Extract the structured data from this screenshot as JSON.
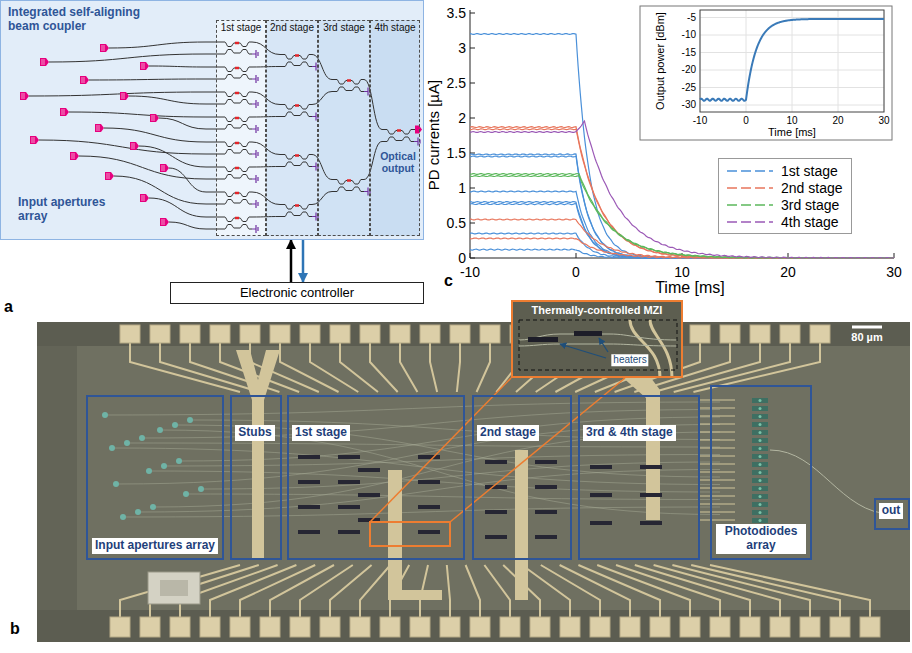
{
  "diagram": {
    "nodes": [
      {
        "text": [
          "Integrated self-aligning beam coupler"
        ]
      },
      {
        "text": [
          "1st stage"
        ],
        "in": 0
      },
      {
        "text": [
          "2nd stage"
        ],
        "in": 0
      },
      {
        "text": [
          "3rd stage"
        ],
        "in": 0
      },
      {
        "text": [
          "4th stage"
        ],
        "in": 0
      },
      {
        "text": [
          "Electronic controller"
        ]
      },
      {
        "text": [
          "Input apertures array"
        ]
      },
      {
        "text": [
          "Stubs"
        ]
      },
      {
        "text": [
          "1st stage"
        ]
      },
      {
        "text": [
          "2nd stage"
        ]
      },
      {
        "text": [
          "3rd & 4th stage"
        ]
      },
      {
        "text": [
          "Photodiodes array"
        ]
      },
      {
        "text": [
          "out"
        ]
      },
      {
        "text": [
          "Thermally-controlled MZI"
        ]
      }
    ],
    "edges": [
      {
        "from": 5,
        "to": 0,
        "arrow": "to"
      },
      {
        "from": 0,
        "to": 5,
        "arrow": "to"
      }
    ],
    "labels": [
      "Input apertures array",
      "Optical output",
      "a",
      "b",
      "c",
      "PD currents [µA]",
      "Time [ms]",
      "0",
      "0.5",
      "1",
      "1.5",
      "2",
      "2.5",
      "3",
      "3.5",
      "-10",
      "0",
      "10",
      "20",
      "30",
      "Output power [dBm]",
      "Time [ms]",
      "-30",
      "-25",
      "-20",
      "-15",
      "-10",
      "-5",
      "-10",
      "0",
      "10",
      "20",
      "30",
      "80 µm",
      "heaters"
    ],
    "legend": [
      {
        "text": "1st stage"
      },
      {
        "text": "2nd stage"
      },
      {
        "text": "3rd stage"
      },
      {
        "text": "4th stage"
      }
    ]
  }
}
